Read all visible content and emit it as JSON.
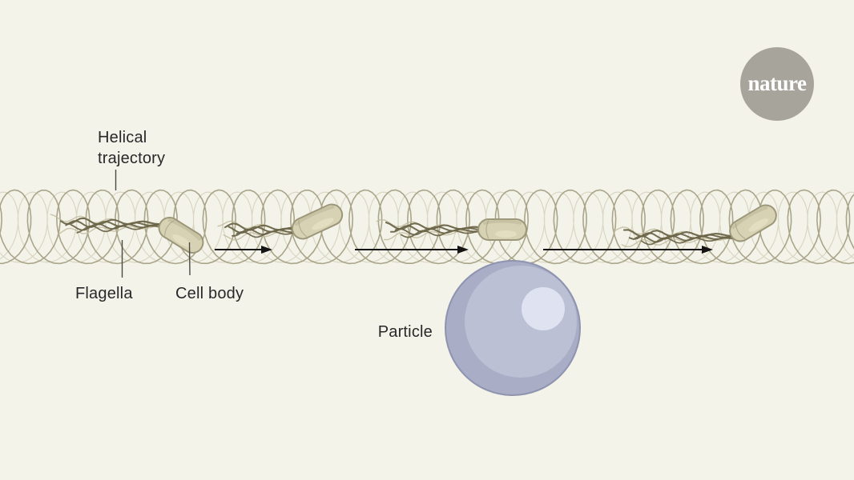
{
  "page": {
    "background": "#f4f3ea",
    "text_color": "#28282a"
  },
  "logo": {
    "text": "nature",
    "background": "#a7a59b",
    "text_color": "#ffffff"
  },
  "labels": {
    "helical_trajectory": "Helical trajectory",
    "flagella": "Flagella",
    "cell_body": "Cell body",
    "particle": "Particle"
  },
  "diagram": {
    "bacteria_count": 4,
    "motion_arrow_count": 3,
    "helix_color": "#a29c7e",
    "helix_light_color": "#c3bda0",
    "flagella_color": "#6b6549",
    "flagella_light_color": "#c1bb9c",
    "cell_body_fill": "#d7d2b4",
    "cell_body_stroke": "#9d9779",
    "cell_body_highlight": "#ece7cc",
    "arrow_color": "#141414",
    "leader_color": "#4a4a45",
    "particle_base_color": "#a9adc6",
    "particle_body_color": "#bcc0d4",
    "particle_highlight_color": "#dfe2f0",
    "particle_stroke_color": "#8e94b0"
  }
}
